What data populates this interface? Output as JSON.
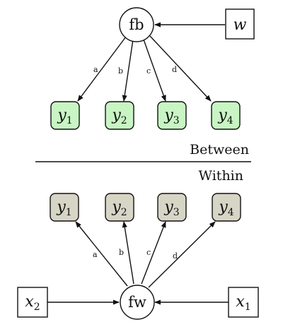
{
  "top": {
    "factor_label": "fb",
    "input_label": "w",
    "outcomes": [
      {
        "base": "y",
        "sub": "1"
      },
      {
        "base": "y",
        "sub": "2"
      },
      {
        "base": "y",
        "sub": "3"
      },
      {
        "base": "y",
        "sub": "4"
      }
    ],
    "edge_labels": [
      "a",
      "b",
      "c",
      "d"
    ],
    "outcome_fill": "#c8f5c3"
  },
  "divider": {
    "above_label": "Between",
    "below_label": "Within"
  },
  "bottom": {
    "factor_label": "fw",
    "inputs": [
      {
        "base": "x",
        "sub": "2"
      },
      {
        "base": "x",
        "sub": "1"
      }
    ],
    "outcomes": [
      {
        "base": "y",
        "sub": "1"
      },
      {
        "base": "y",
        "sub": "2"
      },
      {
        "base": "y",
        "sub": "3"
      },
      {
        "base": "y",
        "sub": "4"
      }
    ],
    "edge_labels": [
      "a",
      "b",
      "c",
      "d"
    ],
    "outcome_fill": "#d6d5c6"
  }
}
